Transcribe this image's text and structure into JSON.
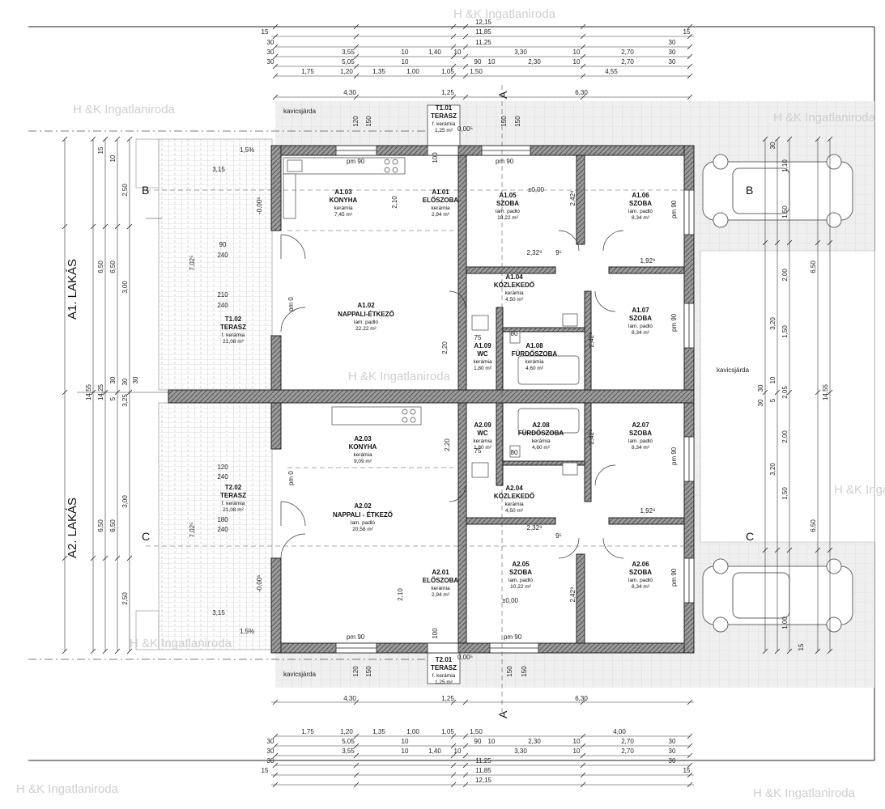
{
  "watermark": "H &K Ingatlaniroda",
  "side_labels": {
    "a1": "A1. LAKÁS",
    "a2": "A2. LAKÁS"
  },
  "sections": {
    "a": "A",
    "b": "B",
    "c": "C"
  },
  "outside": {
    "kavicsjarda": "kavicsjárda",
    "pct": "1,5%"
  },
  "rooms": {
    "a1_03": {
      "id": "A1.03",
      "name": "KONYHA",
      "floor": "kerámia",
      "area": "7,45 m²"
    },
    "a1_01": {
      "id": "A1.01",
      "name": "ELŐSZOBA",
      "floor": "kerámia",
      "area": "2,94 m²"
    },
    "a1_05": {
      "id": "A1.05",
      "name": "SZOBA",
      "floor": "lam. padló",
      "area": "10,22 m²"
    },
    "a1_06": {
      "id": "A1.06",
      "name": "SZOBA",
      "floor": "lam. padló",
      "area": "8,34 m²"
    },
    "a1_02": {
      "id": "A1.02",
      "name": "NAPPALI-ÉTKEZŐ",
      "floor": "lam. padló",
      "area": "22,22 m²"
    },
    "a1_04": {
      "id": "A1.04",
      "name": "KÖZLEKEDŐ",
      "floor": "kerámia",
      "area": "4,50 m²"
    },
    "a1_07": {
      "id": "A1.07",
      "name": "SZOBA",
      "floor": "lam. padló",
      "area": "8,34 m²"
    },
    "a1_09": {
      "id": "A1.09",
      "name": "WC",
      "floor": "kerámia",
      "area": "1,80 m²"
    },
    "a1_08": {
      "id": "A1.08",
      "name": "FÜRDŐSZOBA",
      "floor": "kerámia",
      "area": "4,60 m²"
    },
    "t1_02": {
      "id": "T1.02",
      "name": "TERASZ",
      "floor": "f. kerámia",
      "area": "21,08 m²"
    },
    "t1_01": {
      "id": "T1.01",
      "name": "TERASZ",
      "floor": "f. kerámia",
      "area": "1,25 m²"
    },
    "a2_03": {
      "id": "A2.03",
      "name": "KONYHA",
      "floor": "kerámia",
      "area": "9,09 m²"
    },
    "a2_09": {
      "id": "A2.09",
      "name": "WC",
      "floor": "kerámia",
      "area": "1,80 m²"
    },
    "a2_08": {
      "id": "A2.08",
      "name": "FÜRDŐSZOBA",
      "floor": "kerámia",
      "area": "4,60 m²"
    },
    "a2_07": {
      "id": "A2.07",
      "name": "SZOBA",
      "floor": "lam. padló",
      "area": "8,34 m²"
    },
    "a2_02": {
      "id": "A2.02",
      "name": "NAPPALI - ÉTKEZŐ",
      "floor": "lam. padló",
      "area": "20,58 m²"
    },
    "a2_04": {
      "id": "A2.04",
      "name": "KÖZLEKEDŐ",
      "floor": "kerámia",
      "area": "4,50 m²"
    },
    "a2_01": {
      "id": "A2.01",
      "name": "ELŐSZOBA",
      "floor": "kerámia",
      "area": "2,94 m²"
    },
    "a2_05": {
      "id": "A2.05",
      "name": "SZOBA",
      "floor": "lam. padló",
      "area": "10,22 m²"
    },
    "a2_06": {
      "id": "A2.06",
      "name": "SZOBA",
      "floor": "lam. padló",
      "area": "8,34 m²"
    },
    "t2_02": {
      "id": "T2.02",
      "name": "TERASZ",
      "floor": "f. kerámia",
      "area": "21,08 m²"
    },
    "t2_01": {
      "id": "T2.01",
      "name": "TERASZ",
      "floor": "f. kerámia",
      "area": "1,25 m²"
    }
  },
  "levels": {
    "zero": "±0,00",
    "minus": "-0,00⁵",
    "entry": "0,00⁵"
  },
  "window_labels": {
    "pm90": "pm 90",
    "pm0": "pm 0"
  },
  "top_dims": {
    "r1": [
      "12,15"
    ],
    "r2": [
      "15",
      "11,85",
      "15"
    ],
    "r3": [
      "30",
      "11,25",
      "30"
    ],
    "r4": [
      "30",
      "3,55",
      "10",
      "1,40",
      "10",
      "3,30",
      "10",
      "2,70",
      "30"
    ],
    "r5": [
      "30",
      "5,05",
      "10",
      "90",
      "10",
      "2,30",
      "10",
      "2,70",
      "30"
    ],
    "r6": [
      "1,75",
      "1,20",
      "1,35",
      "1,00",
      "1,05",
      "1,50",
      "4,55"
    ],
    "r7": [
      "4,30",
      "1,25",
      "6,30"
    ]
  },
  "bottom_dims": {
    "r7": [
      "4,30",
      "1,25",
      "6,30"
    ],
    "r6": [
      "1,75",
      "1,20",
      "1,35",
      "1,00",
      "1,05",
      "1,50",
      "4,00"
    ],
    "r5": [
      "30",
      "5,05",
      "10",
      "90",
      "10",
      "2,30",
      "10",
      "2,70",
      "30"
    ],
    "r4": [
      "30",
      "3,55",
      "10",
      "1,40",
      "10",
      "3,30",
      "10",
      "2,70",
      "30"
    ],
    "r3": [
      "30",
      "11,25",
      "30"
    ],
    "r2": [
      "15",
      "11,85",
      "15"
    ],
    "r1": [
      "12,15"
    ]
  },
  "left_dims": {
    "total1": "14,55",
    "total2": "14,25",
    "half": [
      "6,50",
      "6,50"
    ],
    "parts": [
      "2,50",
      "3,00",
      "3,00",
      "2,50"
    ],
    "small": [
      "30",
      "5",
      "30",
      "3,25",
      "30",
      "10",
      "15"
    ]
  },
  "right_dims": {
    "total1": "14,55",
    "parts": [
      "1,10",
      "1,50",
      "2,00",
      "1,50",
      "3,20",
      "2,05",
      "2,00",
      "1,50",
      "3,20",
      "1,00"
    ],
    "half": [
      "6,50",
      "6,50"
    ],
    "small": [
      "30",
      "10",
      "30",
      "5",
      "30",
      "15"
    ]
  },
  "interior_dims": [
    "120",
    "150",
    "90",
    "240",
    "210",
    "2,10",
    "2,20",
    "2,32⁹",
    "1,92⁹",
    "2,42⁹",
    "75",
    "80",
    "9⁵",
    "100",
    "3,15",
    "7,02⁵",
    "180"
  ]
}
